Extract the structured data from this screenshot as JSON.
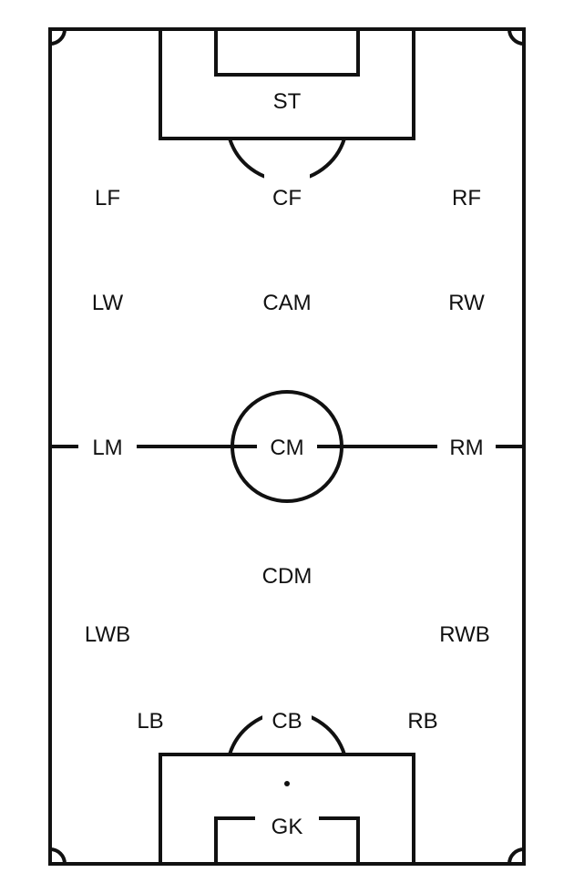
{
  "pitch": {
    "line_color": "#111111",
    "background": "#ffffff"
  },
  "positions": {
    "st": "ST",
    "lf": "LF",
    "cf": "CF",
    "rf": "RF",
    "lw": "LW",
    "cam": "CAM",
    "rw": "RW",
    "lm": "LM",
    "cm": "CM",
    "rm": "RM",
    "cdm": "CDM",
    "lwb": "LWB",
    "rwb": "RWB",
    "lb": "LB",
    "cb": "CB",
    "rb": "RB",
    "gk": "GK"
  }
}
